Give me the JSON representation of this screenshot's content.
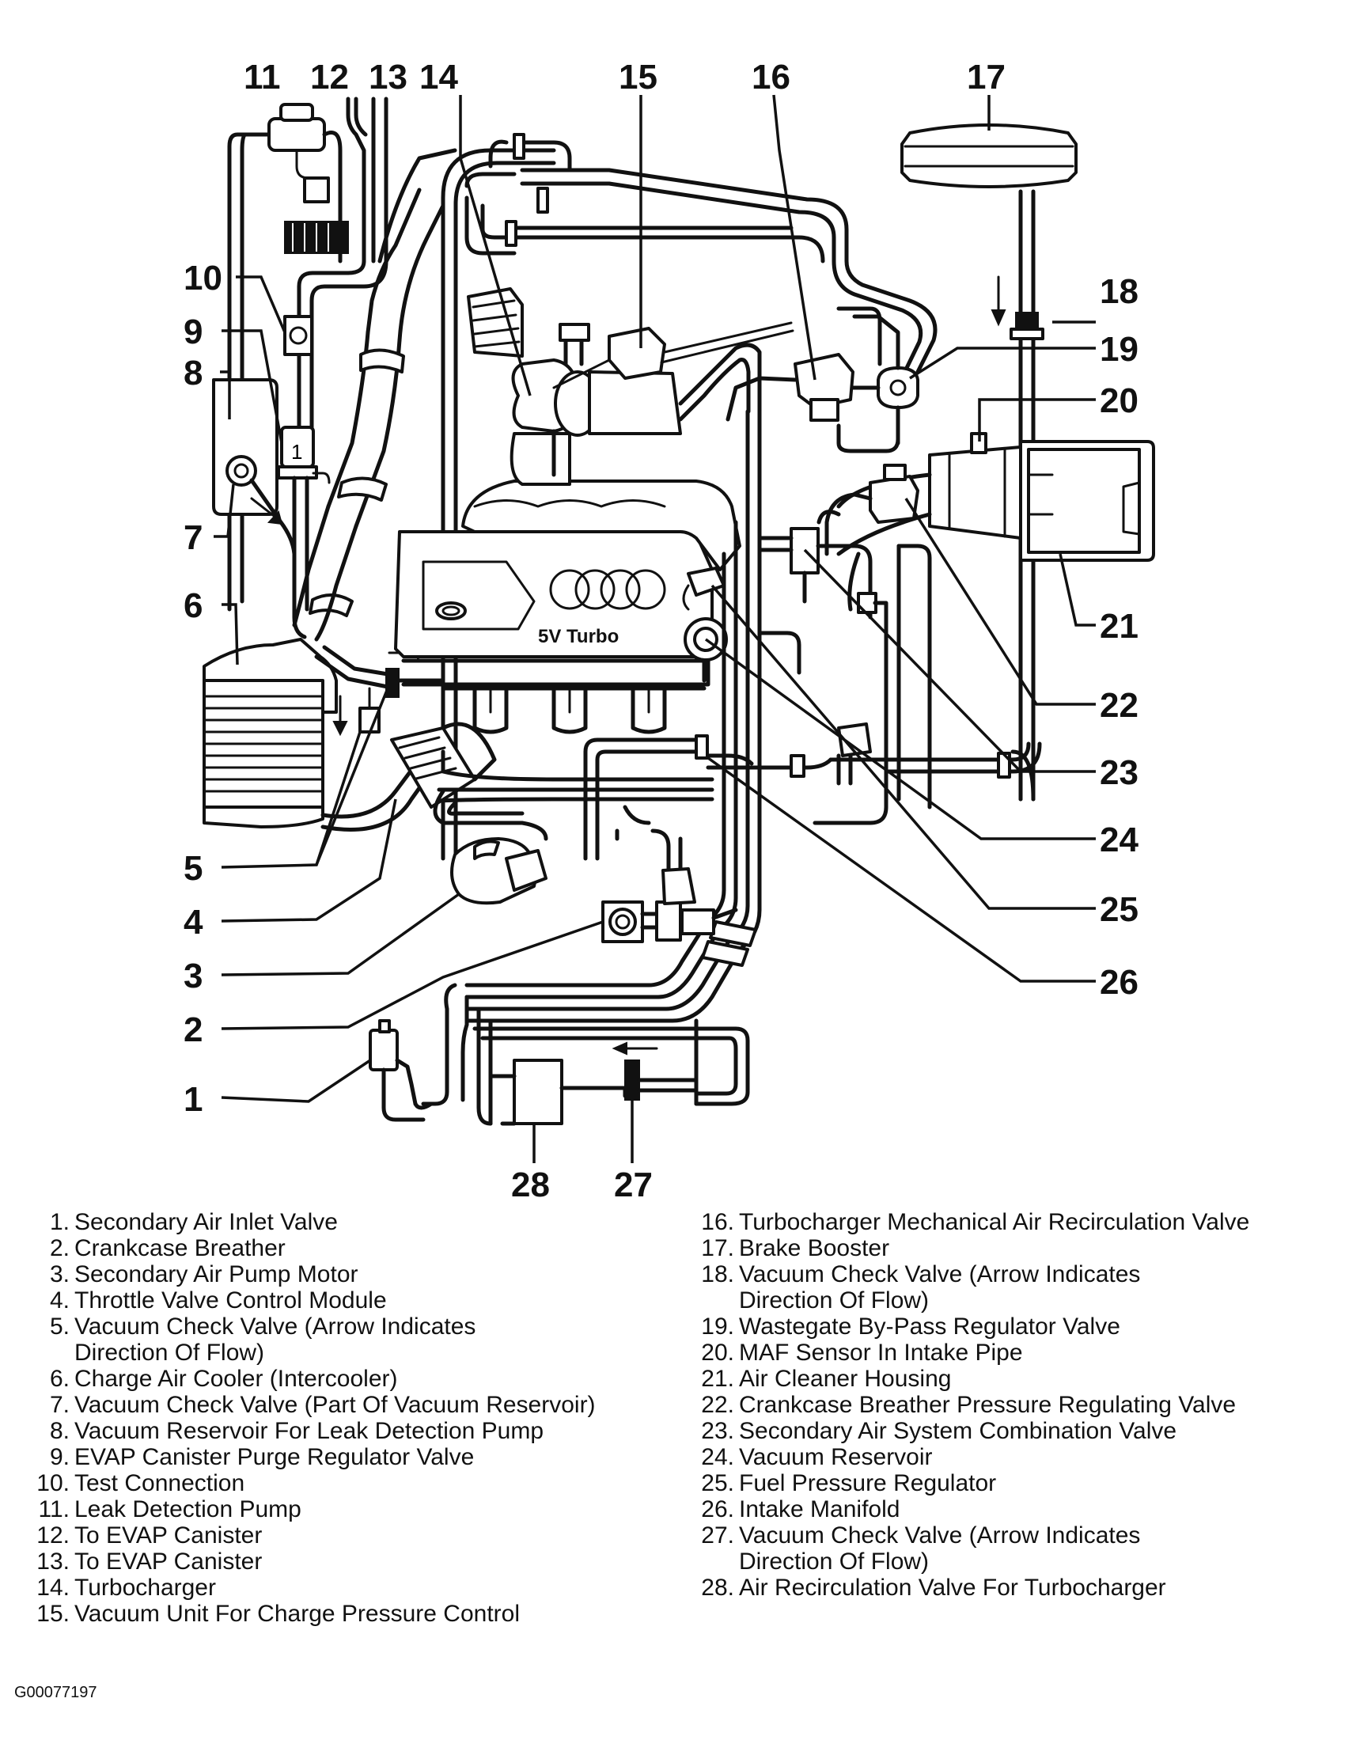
{
  "diagram": {
    "engine_logo_text": "5V  Turbo",
    "callouts": [
      "1",
      "2",
      "3",
      "4",
      "5",
      "6",
      "7",
      "8",
      "9",
      "10",
      "11",
      "12",
      "13",
      "14",
      "15",
      "16",
      "17",
      "18",
      "19",
      "20",
      "21",
      "22",
      "23",
      "24",
      "25",
      "26",
      "27",
      "28"
    ],
    "inline_label": "1"
  },
  "legend": {
    "left": [
      {
        "n": "1.",
        "text": "Secondary Air Inlet Valve"
      },
      {
        "n": "2.",
        "text": "Crankcase Breather"
      },
      {
        "n": "3.",
        "text": "Secondary Air Pump Motor"
      },
      {
        "n": "4.",
        "text": "Throttle Valve Control Module"
      },
      {
        "n": "5.",
        "text": "Vacuum Check Valve (Arrow Indicates"
      },
      {
        "n": "",
        "text": "Direction Of Flow)"
      },
      {
        "n": "6.",
        "text": "Charge Air Cooler (Intercooler)"
      },
      {
        "n": "7.",
        "text": "Vacuum Check Valve (Part Of Vacuum Reservoir)"
      },
      {
        "n": "8.",
        "text": "Vacuum Reservoir For Leak Detection Pump"
      },
      {
        "n": "9.",
        "text": "EVAP Canister Purge Regulator Valve"
      },
      {
        "n": "10.",
        "text": "Test Connection"
      },
      {
        "n": "11.",
        "text": "Leak Detection Pump"
      },
      {
        "n": "12.",
        "text": "To EVAP Canister"
      },
      {
        "n": "13.",
        "text": "To EVAP Canister"
      },
      {
        "n": "14.",
        "text": "Turbocharger"
      },
      {
        "n": "15.",
        "text": "Vacuum Unit For Charge Pressure Control"
      }
    ],
    "right": [
      {
        "n": "16.",
        "text": "Turbocharger Mechanical Air Recirculation Valve"
      },
      {
        "n": "17.",
        "text": "Brake Booster"
      },
      {
        "n": "18.",
        "text": "Vacuum Check Valve (Arrow Indicates"
      },
      {
        "n": "",
        "text": "Direction Of Flow)"
      },
      {
        "n": "19.",
        "text": "Wastegate By-Pass Regulator Valve"
      },
      {
        "n": "20.",
        "text": "MAF Sensor In Intake Pipe"
      },
      {
        "n": "21.",
        "text": "Air Cleaner Housing"
      },
      {
        "n": "22.",
        "text": "Crankcase Breather Pressure Regulating Valve"
      },
      {
        "n": "23.",
        "text": "Secondary Air System Combination Valve"
      },
      {
        "n": "24.",
        "text": "Vacuum Reservoir"
      },
      {
        "n": "25.",
        "text": "Fuel Pressure Regulator"
      },
      {
        "n": "26.",
        "text": "Intake Manifold"
      },
      {
        "n": "27.",
        "text": "Vacuum Check Valve (Arrow Indicates"
      },
      {
        "n": "",
        "text": "Direction Of Flow)"
      },
      {
        "n": "28.",
        "text": "Air Recirculation Valve For Turbocharger"
      }
    ]
  },
  "figure_id": "G00077197"
}
